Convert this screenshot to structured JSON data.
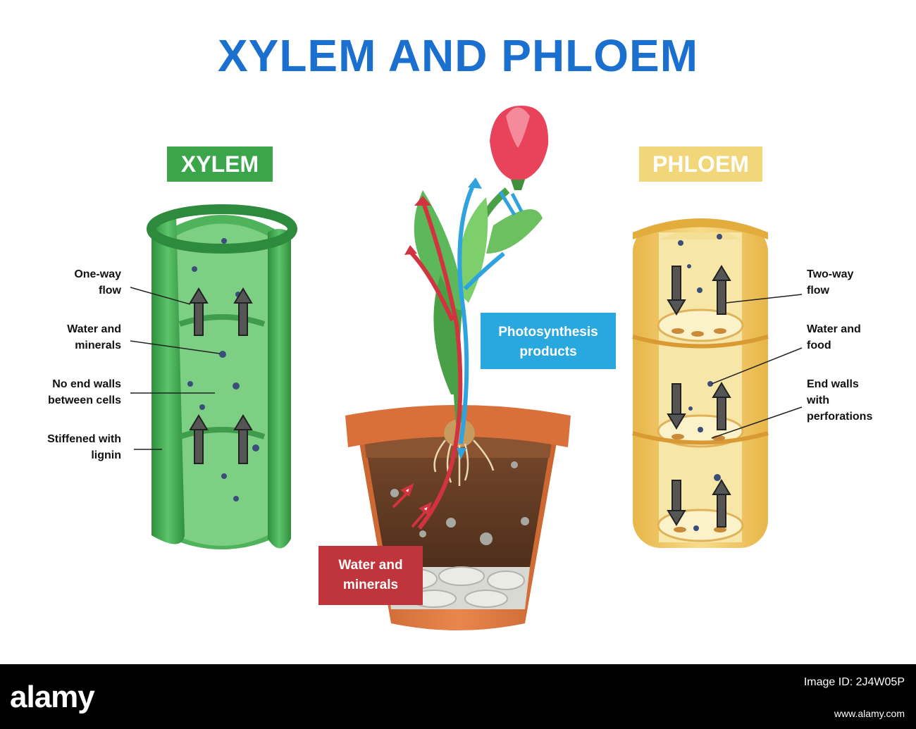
{
  "title": "XYLEM AND PHLOEM",
  "xylem": {
    "heading": "XYLEM",
    "labels": [
      "One-way\nflow",
      "Water and\nminerals",
      "No end walls\nbetween cells",
      "Stiffened with\nlignin"
    ]
  },
  "phloem": {
    "heading": "PHLOEM",
    "labels": [
      "Two-way\nflow",
      "Water and\nfood",
      "End walls\nwith\nperforations"
    ]
  },
  "plant": {
    "photosynthesis_label": "Photosynthesis\nproducts",
    "water_label": "Water and\nminerals"
  },
  "footer": {
    "logo": "alamy",
    "image_id_label": "Image ID: 2J4W05P",
    "url": "www.alamy.com"
  },
  "colors": {
    "title": "#1a6fcf",
    "xylem_green": "#3aa54a",
    "phloem_yellow": "#f2d77a",
    "photosynthesis_blue": "#29a8e0",
    "water_red": "#c0343c"
  }
}
